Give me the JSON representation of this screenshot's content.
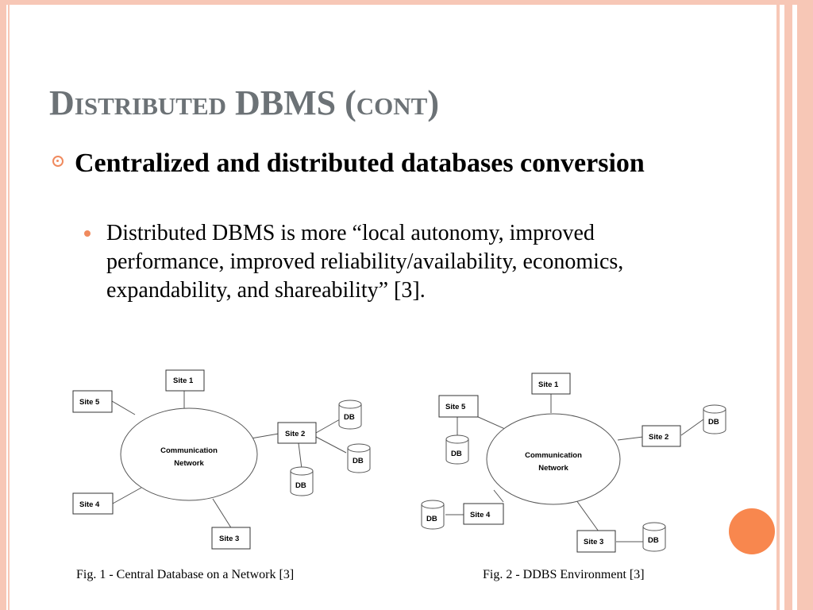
{
  "slide": {
    "title": "Distributed DBMS (cont)",
    "bullet_level1": "Centralized and distributed databases conversion",
    "bullet_level2": "Distributed DBMS is more “local autonomy, improved performance, improved reliability/availability, economics, expandability, and shareability” [3]."
  },
  "figure1": {
    "network_label_line1": "Communication",
    "network_label_line2": "Network",
    "site1": "Site 1",
    "site2": "Site 2",
    "site3": "Site 3",
    "site4": "Site 4",
    "site5": "Site 5",
    "db": "DB",
    "caption": "Fig. 1 - Central Database on a Network [3]"
  },
  "figure2": {
    "network_label_line1": "Communication",
    "network_label_line2": "Network",
    "site1": "Site 1",
    "site2": "Site 2",
    "site3": "Site 3",
    "site4": "Site 4",
    "site5": "Site 5",
    "db": "DB",
    "caption": "Fig. 2 - DDBS Environment [3]"
  },
  "colors": {
    "frame": "#f7c7b6",
    "accent": "#f08a5e",
    "title": "#6c7276",
    "decor_circle": "#f8874e"
  }
}
